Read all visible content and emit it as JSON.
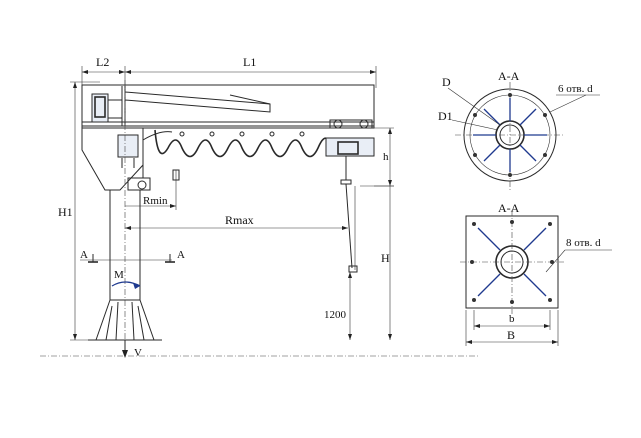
{
  "colors": {
    "line": "#2a2a2a",
    "accent": "#1f3a8f",
    "background": "#ffffff"
  },
  "labels": {
    "L2": "L2",
    "L1": "L1",
    "H1": "H1",
    "h": "h",
    "H": "H",
    "Rmin": "Rmin",
    "Rmax": "Rmax",
    "A_left": "A",
    "A_right": "A",
    "M": "M",
    "V": "V",
    "height_1200": "1200"
  },
  "section_top": {
    "title": "A-A",
    "D": "D",
    "D1": "D1",
    "holes": "6 отв. d"
  },
  "section_bottom": {
    "title": "A-A",
    "holes": "8 отв. d",
    "b": "b",
    "B": "B"
  }
}
